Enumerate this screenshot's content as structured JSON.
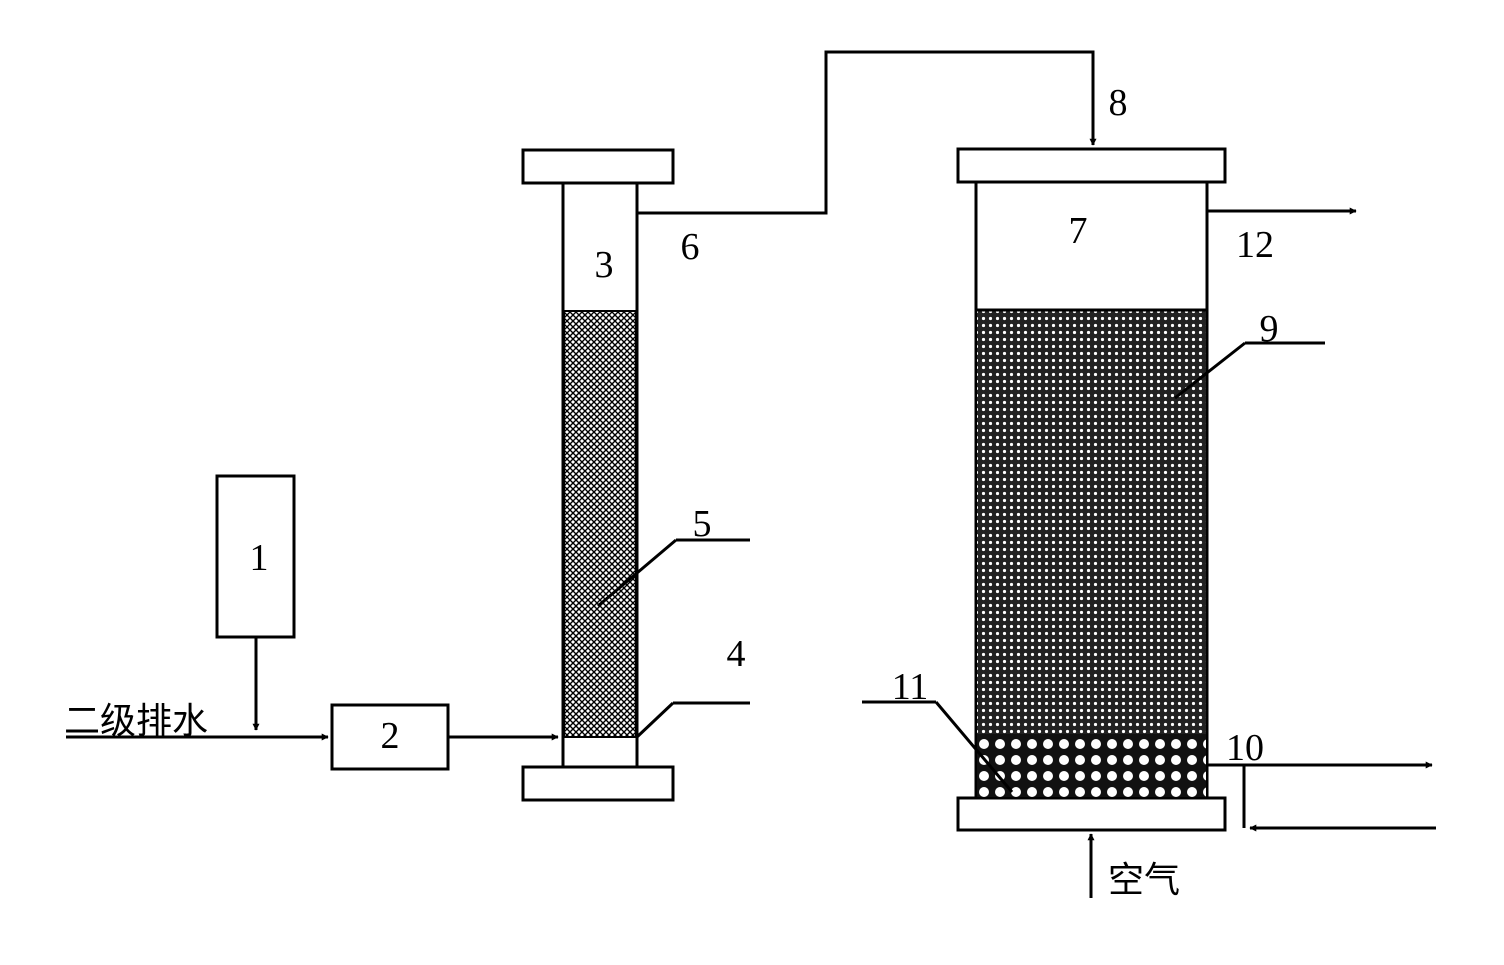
{
  "labels": {
    "n1": "1",
    "n2": "2",
    "n3": "3",
    "n4": "4",
    "n5": "5",
    "n6": "6",
    "n7": "7",
    "n8": "8",
    "n9": "9",
    "n10": "10",
    "n11": "11",
    "n12": "12",
    "inlet": "二级排水",
    "air": "空气"
  }
}
